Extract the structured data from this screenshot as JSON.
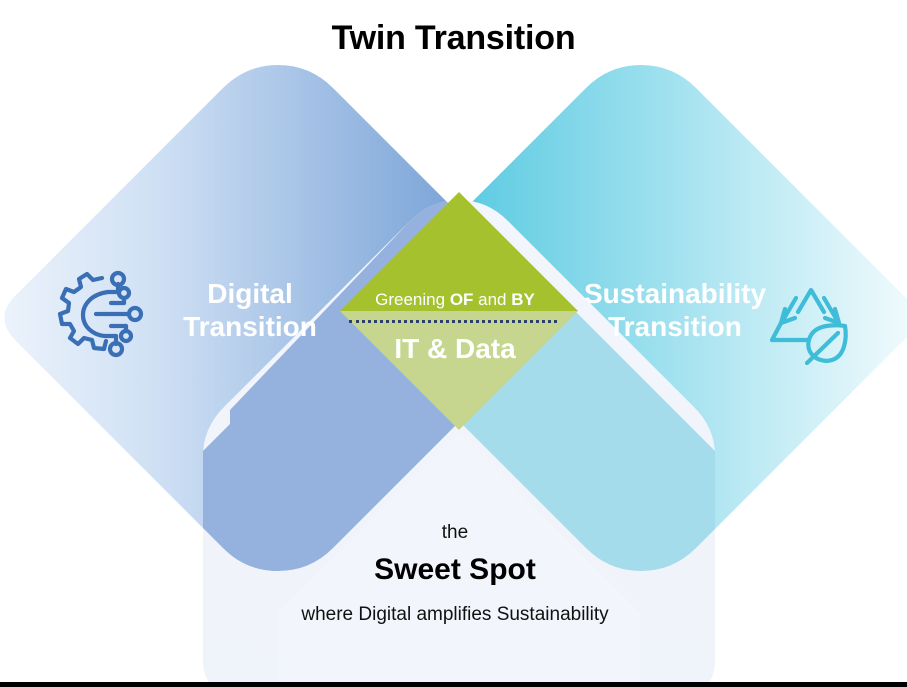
{
  "diagram": {
    "title": "Twin Transition",
    "type": "venn-overlap-diamonds",
    "left_lobe": {
      "label_line1": "Digital",
      "label_line2": "Transition",
      "icon": "gear-circuit-icon",
      "color_from": "#cfe0f4",
      "color_to": "#3a72b8"
    },
    "right_lobe": {
      "label_line1": "Sustainability",
      "label_line2": "Transition",
      "icon": "recycle-leaf-icon",
      "color_from": "#3cc0dc",
      "color_to": "#eaf8fc"
    },
    "center": {
      "top_text_prefix": "Greening ",
      "top_text_bold1": "OF",
      "top_text_middle": " and ",
      "top_text_bold2": "BY",
      "top_text_full": "Greening OF and BY",
      "divider": "dotted",
      "bottom_text": "IT & Data",
      "color_top": "#a5c12e",
      "color_bottom": "#c6d68f"
    },
    "bottom_lobe": {
      "line1": "the",
      "line2": "Sweet Spot",
      "line3": "where Digital amplifies Sustainability",
      "color": "#f2f5fb"
    },
    "overlap_left_color": "#94b2dd",
    "overlap_right_color": "#a5dcec",
    "accent_navy": "#2b3f6b",
    "text_on_fill": "#ffffff",
    "background": "#ffffff",
    "border_color": "#000000"
  }
}
